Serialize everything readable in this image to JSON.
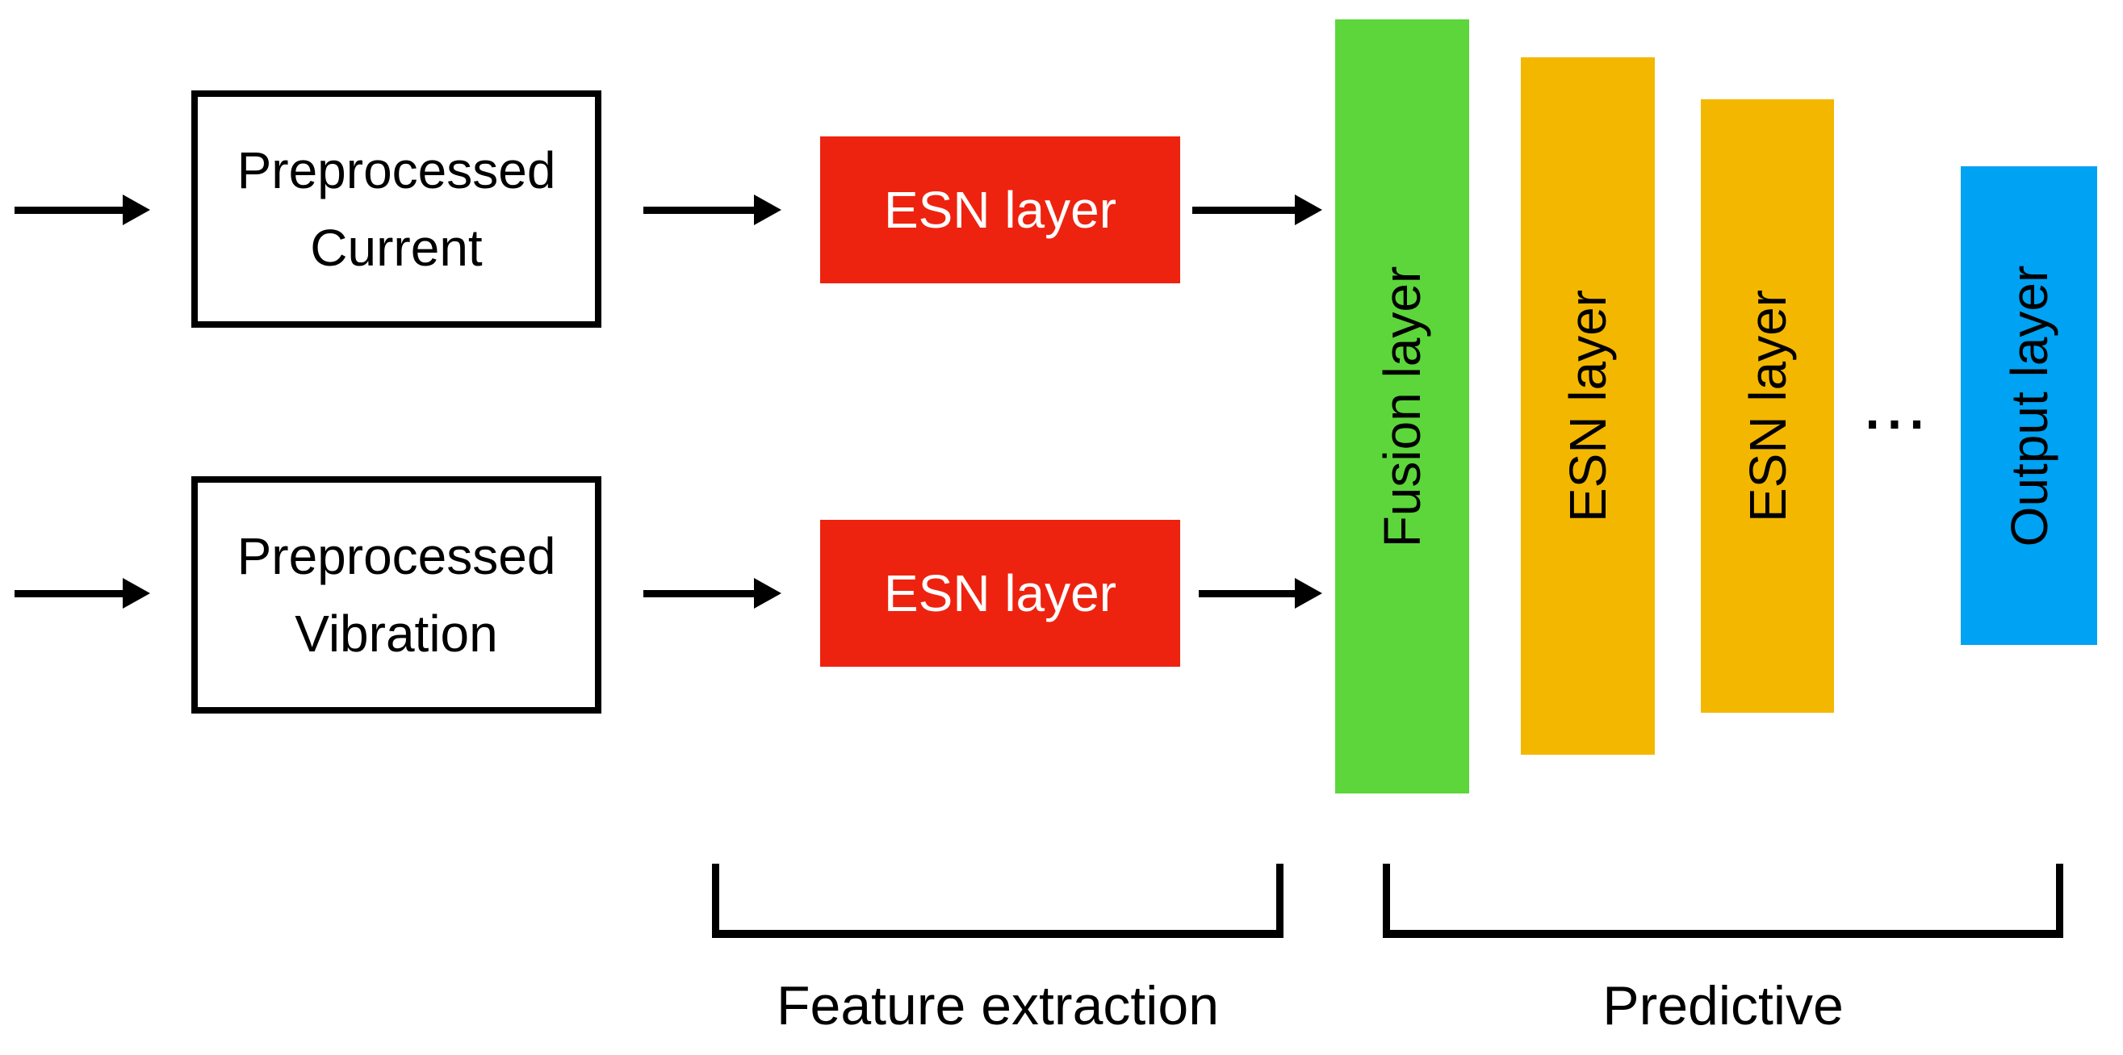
{
  "colors": {
    "red": "#ED2310",
    "green": "#5CD63B",
    "orange": "#F4B700",
    "blue": "#00A2F3",
    "line": "#000000",
    "background": "#FFFFFF"
  },
  "input_boxes": [
    {
      "line1": "Preprocessed",
      "line2": "Current"
    },
    {
      "line1": "Preprocessed",
      "line2": "Vibration"
    }
  ],
  "feature_esn_boxes": [
    {
      "label": "ESN layer"
    },
    {
      "label": "ESN layer"
    }
  ],
  "columns": {
    "fusion": {
      "label": "Fusion layer"
    },
    "esn_a": {
      "label": "ESN layer"
    },
    "esn_b": {
      "label": "ESN layer"
    },
    "output": {
      "label": "Output layer"
    }
  },
  "ellipsis": "...",
  "groups": [
    {
      "label": "Feature extraction"
    },
    {
      "label": "Predictive"
    }
  ]
}
